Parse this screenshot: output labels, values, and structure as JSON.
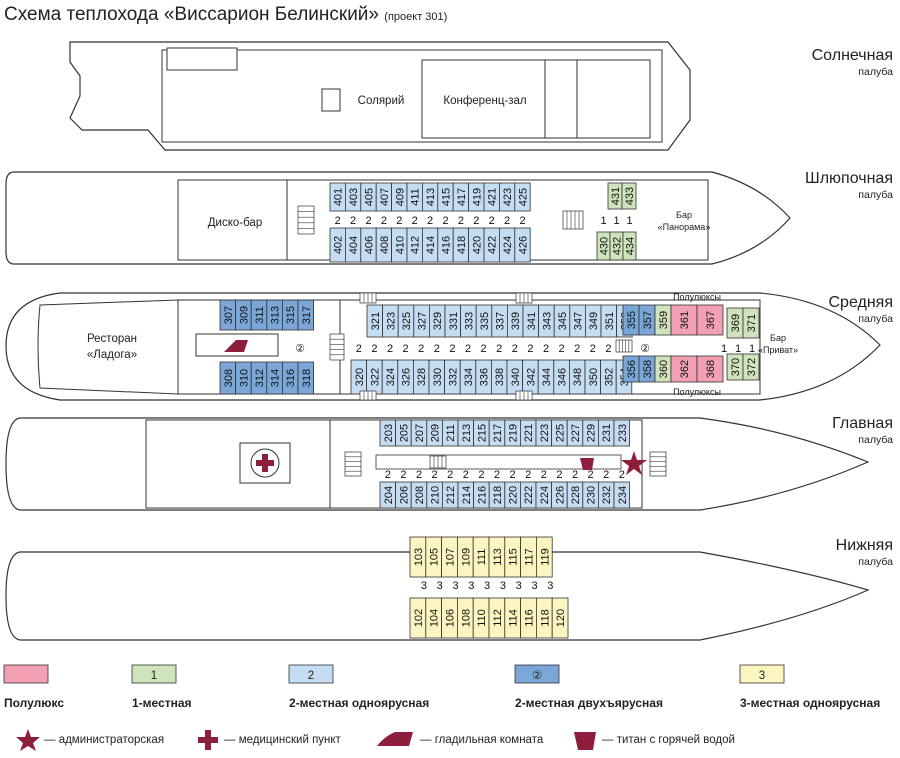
{
  "title": "Схема теплохода «Виссарион Белинский»",
  "subtitle": "(проект 301)",
  "palette": {
    "lux": "#f4a0b4",
    "single": "#cfe4bc",
    "double": "#c4ddf3",
    "bunk": "#7aa7d8",
    "triple": "#fdf5c0"
  },
  "decks": {
    "sun": {
      "name": "Солнечная",
      "sub": "палуба",
      "rooms": [
        "Солярий",
        "Конференц-зал"
      ]
    },
    "boat": {
      "name": "Шлюпочная",
      "sub": "палуба",
      "disco": "Диско-бар",
      "bar": [
        "Бар",
        "«Панорама»"
      ],
      "top": [
        "401",
        "403",
        "405",
        "407",
        "409",
        "411",
        "413",
        "415",
        "417",
        "419",
        "421",
        "423",
        "425"
      ],
      "bottom": [
        "402",
        "404",
        "406",
        "408",
        "410",
        "412",
        "414",
        "416",
        "418",
        "420",
        "422",
        "424",
        "426"
      ],
      "top_r": [
        "431",
        "433"
      ],
      "bottom_r": [
        "430",
        "432",
        "434"
      ],
      "mid": [
        "2",
        "2",
        "2",
        "2",
        "2",
        "2",
        "2",
        "2",
        "2",
        "2",
        "2",
        "2",
        "2"
      ],
      "mid_r": [
        "1",
        "1",
        "1"
      ]
    },
    "middle": {
      "name": "Средняя",
      "sub": "палуба",
      "restaurant": [
        "Ресторан",
        "«Ладога»"
      ],
      "bar": [
        "Бар",
        "«Приват»"
      ],
      "semi": "Полулюксы",
      "bunk_top": [
        "307",
        "309",
        "311",
        "313",
        "315",
        "317"
      ],
      "bunk_bottom": [
        "308",
        "310",
        "312",
        "314",
        "316",
        "318"
      ],
      "top": [
        "321",
        "323",
        "325",
        "327",
        "329",
        "331",
        "333",
        "335",
        "337",
        "339",
        "341",
        "343",
        "345",
        "347",
        "349",
        "351",
        "353"
      ],
      "bottom": [
        "320",
        "322",
        "324",
        "326",
        "328",
        "330",
        "332",
        "334",
        "336",
        "338",
        "340",
        "342",
        "344",
        "346",
        "348",
        "350",
        "352",
        "354"
      ],
      "bunk2_top": [
        "355",
        "357"
      ],
      "bunk2_bottom": [
        "356",
        "358"
      ],
      "single_top": [
        "359"
      ],
      "single_bottom": [
        "360"
      ],
      "lux_top": [
        "361",
        "367"
      ],
      "lux_bottom": [
        "362",
        "368"
      ],
      "single2_top": [
        "369",
        "371"
      ],
      "single2_bottom": [
        "370",
        "372"
      ],
      "mid": [
        "2",
        "2",
        "2",
        "2",
        "2",
        "2",
        "2",
        "2",
        "2",
        "2",
        "2",
        "2",
        "2",
        "2",
        "2",
        "2",
        "2",
        "2"
      ],
      "mid_r": [
        "1",
        "1",
        "1"
      ],
      "bunk_mark": "②"
    },
    "main": {
      "name": "Главная",
      "sub": "палуба",
      "top": [
        "203",
        "205",
        "207",
        "209",
        "211",
        "213",
        "215",
        "217",
        "219",
        "221",
        "223",
        "225",
        "227",
        "229",
        "231",
        "233"
      ],
      "bottom": [
        "204",
        "206",
        "208",
        "210",
        "212",
        "214",
        "216",
        "218",
        "220",
        "222",
        "224",
        "226",
        "228",
        "230",
        "232",
        "234"
      ],
      "mid": [
        "2",
        "2",
        "2",
        "2",
        "2",
        "2",
        "2",
        "2",
        "2",
        "2",
        "2",
        "2",
        "2",
        "2",
        "2",
        "2"
      ]
    },
    "lower": {
      "name": "Нижняя",
      "sub": "палуба",
      "top": [
        "103",
        "105",
        "107",
        "109",
        "111",
        "113",
        "115",
        "117",
        "119"
      ],
      "bottom": [
        "102",
        "104",
        "106",
        "108",
        "110",
        "112",
        "114",
        "116",
        "118",
        "120"
      ],
      "mid": [
        "3",
        "3",
        "3",
        "3",
        "3",
        "3",
        "3",
        "3",
        "3"
      ]
    }
  },
  "legend": {
    "items": [
      {
        "box": "",
        "label": "Полулюкс",
        "color": "#f4a0b4"
      },
      {
        "box": "1",
        "label": "1-местная",
        "color": "#cfe4bc"
      },
      {
        "box": "2",
        "label": "2-местная одноярусная",
        "color": "#c4ddf3"
      },
      {
        "box": "②",
        "label": "2-местная двухъярусная",
        "color": "#7aa7d8"
      },
      {
        "box": "3",
        "label": "3-местная одноярусная",
        "color": "#fdf5c0"
      }
    ],
    "icons": [
      {
        "icon": "star-icon",
        "label": "— администраторская"
      },
      {
        "icon": "medical-cross-icon",
        "label": "— медицинский пункт"
      },
      {
        "icon": "iron-icon",
        "label": "— гладильная комната"
      },
      {
        "icon": "boiler-icon",
        "label": "— титан с горячей водой"
      }
    ],
    "icon_color": "#8e1e3e"
  }
}
